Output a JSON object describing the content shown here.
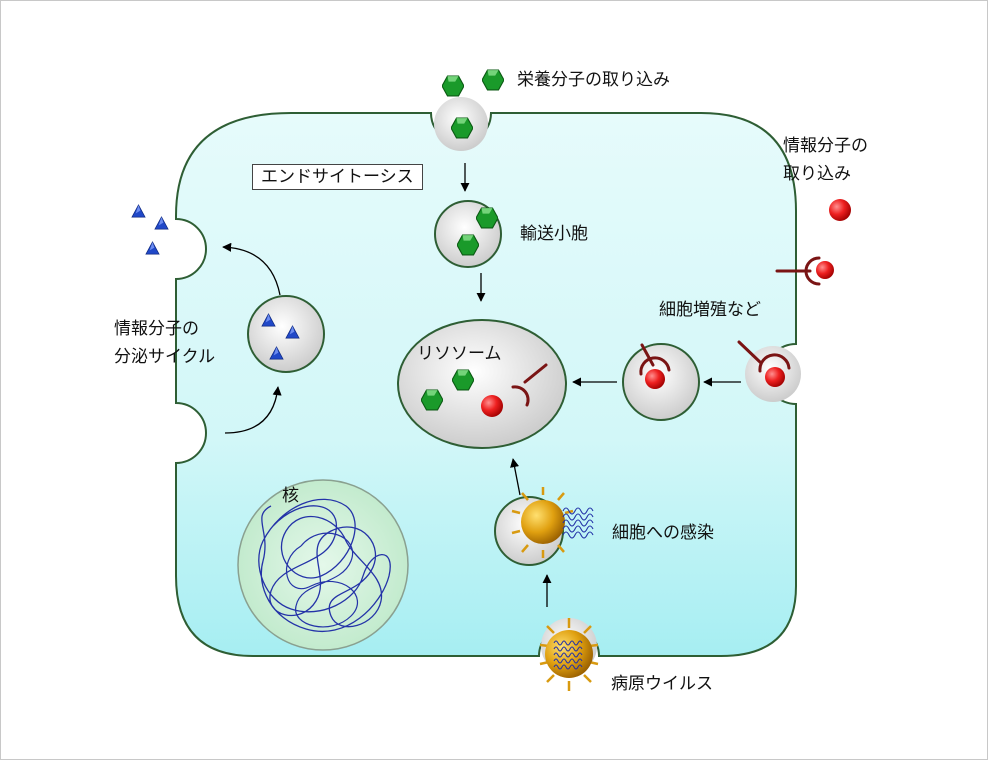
{
  "labels": {
    "nutrient_uptake": "栄養分子の取り込み",
    "endocytosis": "エンドサイトーシス",
    "transport_vesicle": "輸送小胞",
    "info_uptake_line1": "情報分子の",
    "info_uptake_line2": "取り込み",
    "proliferation": "細胞増殖など",
    "lysosome": "リソソーム",
    "secretion_line1": "情報分子の",
    "secretion_line2": "分泌サイクル",
    "nucleus": "核",
    "infection": "細胞への感染",
    "virus": "病原ウイルス"
  },
  "icons": [
    "nutrient-hexagon-icon",
    "signal-molecule-icon",
    "receptor-icon",
    "triangle-molecule-icon",
    "virus-icon",
    "dna-coil-icon"
  ],
  "colors": {
    "cell_fill_top": "#e6fbfb",
    "cell_fill_bottom": "#a6eef2",
    "membrane": "#2e5e34",
    "nutrient": "#1a9a2a",
    "signal": "#e32020",
    "receptor": "#7a1414",
    "triangle": "#2048c8",
    "virus": "#d89a10",
    "dna": "#2433a8",
    "nucleus": "#c8f0d4"
  }
}
